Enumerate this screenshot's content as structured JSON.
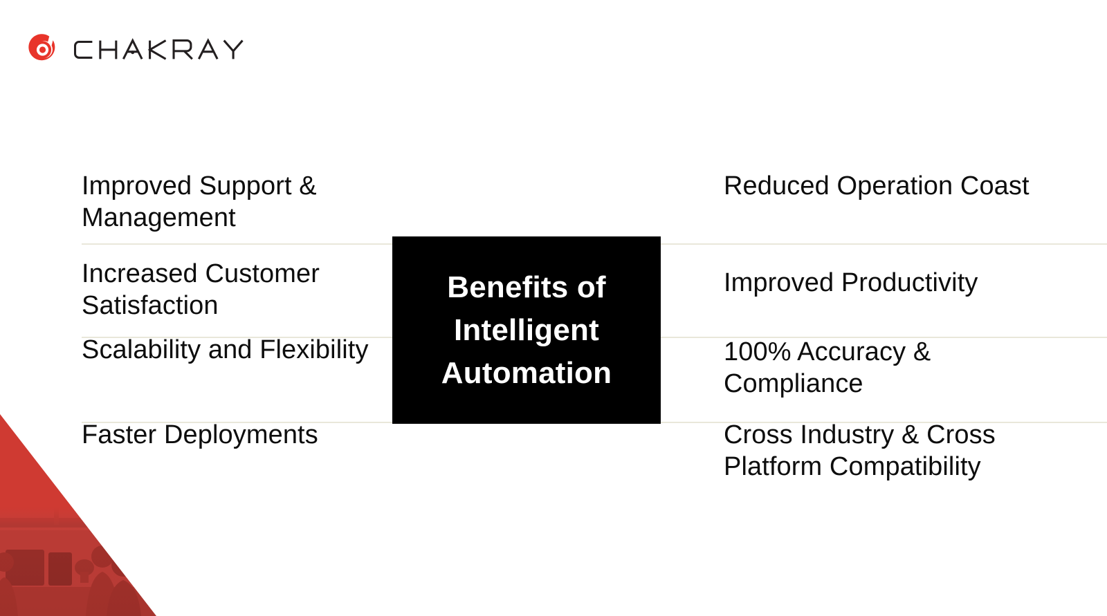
{
  "brand": {
    "name": "CHAKRAY",
    "logo_mark": "chakray-target-icon",
    "accent_color": "#E8342A",
    "wordmark_color": "#231F20"
  },
  "callout": {
    "title": "Benefits of Intelligent Automation",
    "background_color": "#000000",
    "text_color": "#FFFFFF"
  },
  "columns": {
    "left": {
      "items": [
        {
          "label": "Improved Support & Management"
        },
        {
          "label": "Increased Customer Satisfaction"
        },
        {
          "label": "Scalability and Flexibility"
        },
        {
          "label": "Faster Deployments"
        }
      ]
    },
    "right": {
      "items": [
        {
          "label": "Reduced Operation Coast"
        },
        {
          "label": "Improved Productivity"
        },
        {
          "label": "100% Accuracy & Compliance"
        },
        {
          "label": "Cross Industry & Cross Platform Compatibility"
        }
      ]
    }
  },
  "separators": {
    "color": "#E9E7DA",
    "count": 3
  },
  "decoration": {
    "corner_art": "red-triangle-office-photo",
    "tint_color": "#CF3A32"
  }
}
